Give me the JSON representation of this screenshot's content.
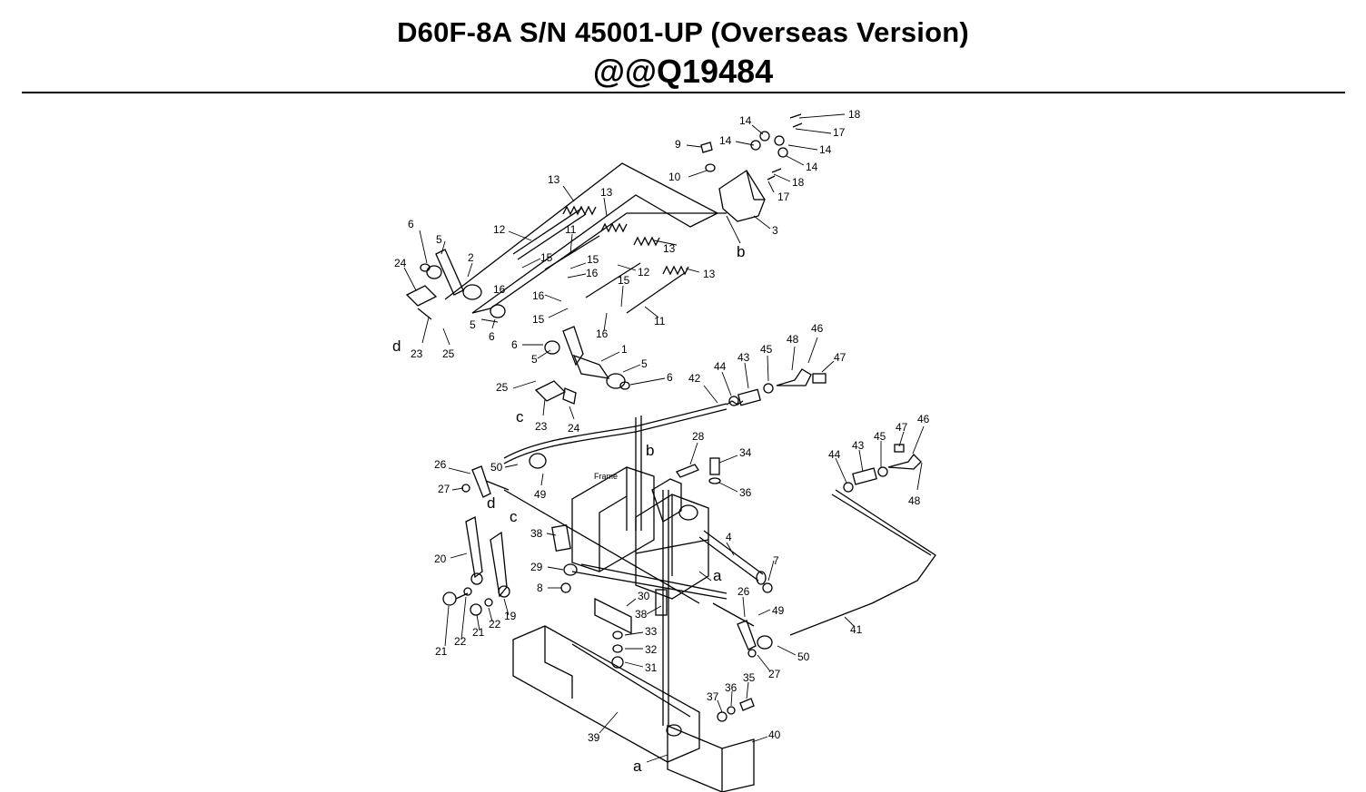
{
  "header": {
    "title": "D60F-8A S/N 45001-UP (Overseas Version)",
    "subtitle": "@@Q19484"
  },
  "diagram": {
    "frame_label": "Frame",
    "callouts": [
      "1",
      "2",
      "3",
      "4",
      "5",
      "6",
      "7",
      "8",
      "9",
      "10",
      "11",
      "12",
      "13",
      "14",
      "15",
      "16",
      "17",
      "18",
      "19",
      "20",
      "21",
      "22",
      "23",
      "24",
      "25",
      "26",
      "27",
      "28",
      "29",
      "30",
      "31",
      "32",
      "33",
      "34",
      "35",
      "36",
      "37",
      "38",
      "39",
      "40",
      "41",
      "42",
      "43",
      "44",
      "45",
      "46",
      "47",
      "48",
      "49",
      "50"
    ],
    "reference_letters": [
      "a",
      "b",
      "c",
      "d"
    ]
  }
}
